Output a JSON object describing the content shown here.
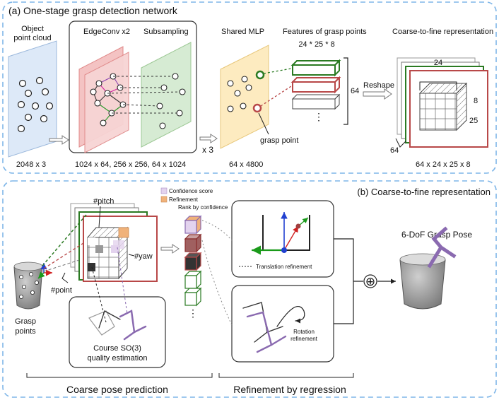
{
  "section_a": {
    "title": "(a) One-stage grasp detection network",
    "input_label_line1": "Object",
    "input_label_line2": "point cloud",
    "input_dim": "2048 x 3",
    "edgeconv_label": "EdgeConv x2",
    "subsampling_label": "Subsampling",
    "backbone_dims": "1024 x 64, 256 x 256, 64 x 1024",
    "repeat_label": "x 3",
    "mlp_label": "Shared MLP",
    "mlp_dim": "64 x 4800",
    "grasp_point_label": "grasp point",
    "features_label": "Features of grasp points",
    "feature_size": "24 * 25 * 8",
    "feature_count": "64",
    "ellipsis": "⋮",
    "reshape_label": "Reshape",
    "c2f_label": "Coarse-to-fine representation",
    "cube_dim_top": "24",
    "cube_dim_depth": "8",
    "cube_dim_side": "25",
    "cube_stack": "64",
    "c2f_dim": "64 x 24 x 25 x 8"
  },
  "section_b": {
    "title": "(b) Coarse-to-fine representation",
    "pitch_label": "#pitch",
    "yaw_label": "#yaw",
    "point_label": "#point",
    "legend_conf": "Confidence score",
    "legend_ref": "Refinement",
    "grasp_points_line1": "Grasp",
    "grasp_points_line2": "points",
    "rank_label": "Rank by confidence",
    "ellipsis": "⋮",
    "so3_line1": "Course SO(3)",
    "so3_line2": "quality estimation",
    "translation_label": "Translation refinement",
    "rotation_line1": "Rotation",
    "rotation_line2": "refinement",
    "output_label": "6-DoF Grasp Pose",
    "plus_symbol": "⊕",
    "coarse_caption": "Coarse pose prediction",
    "refine_caption": "Refinement by regression"
  },
  "colors": {
    "frame_blue": "#7fb6e8",
    "input_plane": "#dde9f8",
    "edgeconv_plane": "#f7d4d4",
    "subsample_plane": "#d6ebd3",
    "mlp_plane": "#fdebc0",
    "green": "#2a7a22",
    "red": "#b84848",
    "purple": "#8a6ab0",
    "orange": "#f0b27a",
    "lavender": "#e3d3ee"
  }
}
